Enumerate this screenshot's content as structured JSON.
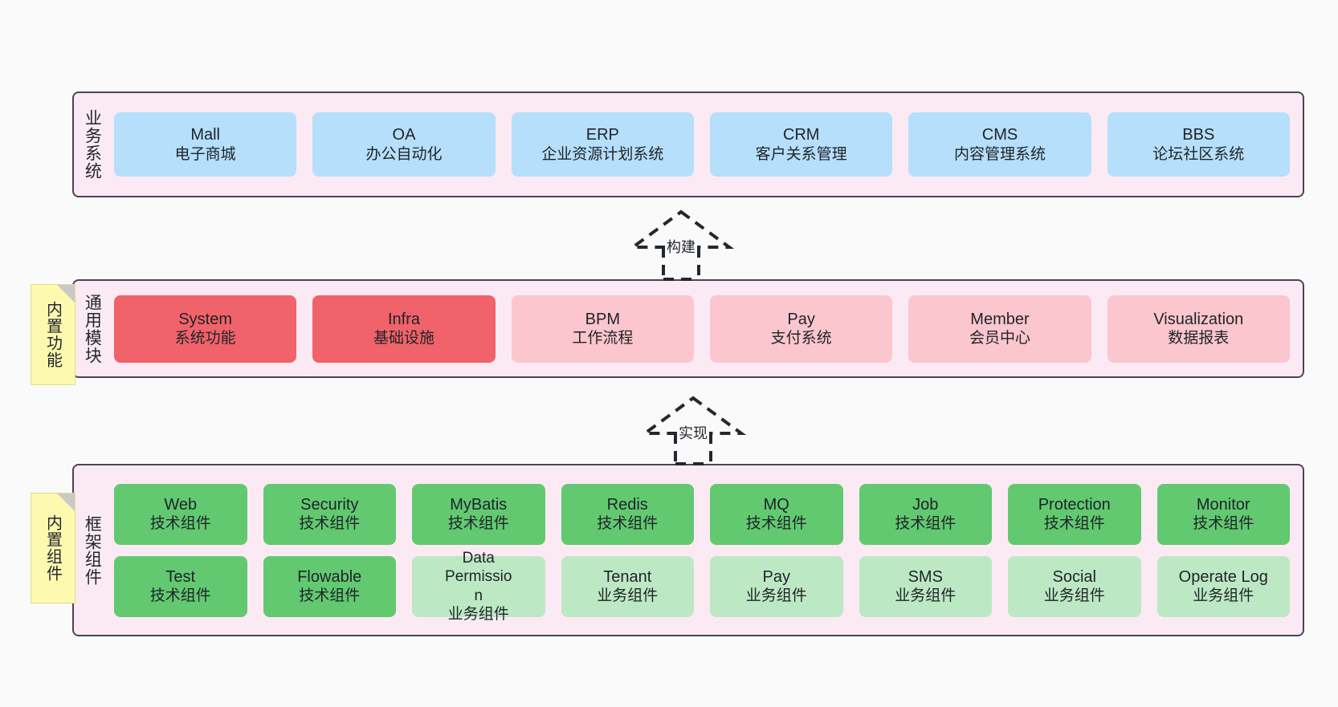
{
  "diagram": {
    "background": "#fafafa",
    "layers": [
      {
        "id": "business-systems",
        "title": "业务系统",
        "card_color": "#b5dffb",
        "cards": [
          {
            "en": "Mall",
            "cn": "电子商城"
          },
          {
            "en": "OA",
            "cn": "办公自动化"
          },
          {
            "en": "ERP",
            "cn": "企业资源计划系统"
          },
          {
            "en": "CRM",
            "cn": "客户关系管理"
          },
          {
            "en": "CMS",
            "cn": "内容管理系统"
          },
          {
            "en": "BBS",
            "cn": "论坛社区系统"
          }
        ]
      },
      {
        "id": "common-modules",
        "title": "通用模块",
        "note": "内置功能",
        "cards": [
          {
            "en": "System",
            "cn": "系统功能",
            "color": "#f0636a"
          },
          {
            "en": "Infra",
            "cn": "基础设施",
            "color": "#f0636a"
          },
          {
            "en": "BPM",
            "cn": "工作流程",
            "color": "#fbc6cd"
          },
          {
            "en": "Pay",
            "cn": "支付系统",
            "color": "#fbc6cd"
          },
          {
            "en": "Member",
            "cn": "会员中心",
            "color": "#fbc6cd"
          },
          {
            "en": "Visualization",
            "cn": "数据报表",
            "color": "#fbc6cd"
          }
        ]
      },
      {
        "id": "framework-components",
        "title": "框架组件",
        "note": "内置组件",
        "rows": [
          [
            {
              "en": "Web",
              "cn": "技术组件",
              "color": "#62c971"
            },
            {
              "en": "Security",
              "cn": "技术组件",
              "color": "#62c971"
            },
            {
              "en": "MyBatis",
              "cn": "技术组件",
              "color": "#62c971"
            },
            {
              "en": "Redis",
              "cn": "技术组件",
              "color": "#62c971"
            },
            {
              "en": "MQ",
              "cn": "技术组件",
              "color": "#62c971"
            },
            {
              "en": "Job",
              "cn": "技术组件",
              "color": "#62c971"
            },
            {
              "en": "Protection",
              "cn": "技术组件",
              "color": "#62c971"
            },
            {
              "en": "Monitor",
              "cn": "技术组件",
              "color": "#62c971"
            }
          ],
          [
            {
              "en": "Test",
              "cn": "技术组件",
              "color": "#62c971"
            },
            {
              "en": "Flowable",
              "cn": "技术组件",
              "color": "#62c971"
            },
            {
              "en": "Data Permission",
              "cn": "业务组件",
              "color": "#bde8c4"
            },
            {
              "en": "Tenant",
              "cn": "业务组件",
              "color": "#bde8c4"
            },
            {
              "en": "Pay",
              "cn": "业务组件",
              "color": "#bde8c4"
            },
            {
              "en": "SMS",
              "cn": "业务组件",
              "color": "#bde8c4"
            },
            {
              "en": "Social",
              "cn": "业务组件",
              "color": "#bde8c4"
            },
            {
              "en": "Operate Log",
              "cn": "业务组件",
              "color": "#bde8c4"
            }
          ]
        ]
      }
    ],
    "connectors": [
      {
        "id": "build",
        "label": "构建"
      },
      {
        "id": "implement",
        "label": "实现"
      }
    ]
  }
}
